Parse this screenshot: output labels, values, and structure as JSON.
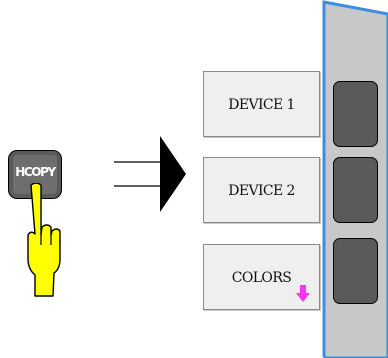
{
  "hardkey": {
    "label": "HCOPY"
  },
  "softkeys": [
    {
      "label": "DEVICE 1"
    },
    {
      "label": "DEVICE 2"
    },
    {
      "label": "COLORS",
      "has_submenu_arrow": true
    }
  ],
  "colors": {
    "panel_fill": "#c8c8c8",
    "panel_border": "#3a8fe0",
    "hand_fill": "#ffff00",
    "submenu_arrow": "#ff33ff"
  }
}
